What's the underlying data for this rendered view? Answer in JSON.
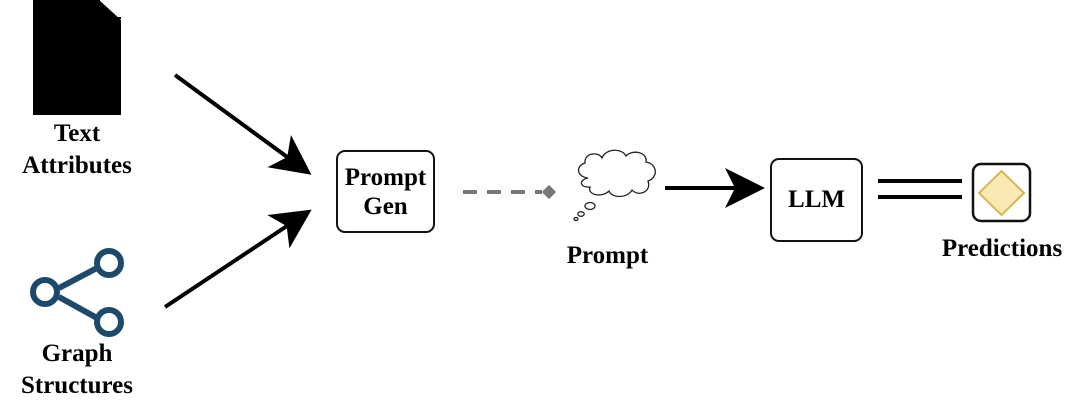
{
  "nodes": {
    "text_attributes": {
      "label_line1": "Text",
      "label_line2": "Attributes",
      "icon": "document-icon"
    },
    "graph_structures": {
      "label_line1": "Graph",
      "label_line2": "Structures",
      "icon": "share-graph-icon"
    },
    "prompt_gen": {
      "label_line1": "Prompt",
      "label_line2": "Gen"
    },
    "prompt": {
      "label": "Prompt",
      "icon": "thought-cloud-icon"
    },
    "llm": {
      "label": "LLM"
    },
    "predictions": {
      "label": "Predictions",
      "icon": "diamond-icon"
    }
  },
  "colors": {
    "graph_icon": "#1d4a6b",
    "diamond_fill": "#fbe9b3",
    "diamond_stroke": "#d6b656",
    "dashed_connector": "#777777",
    "arrows": "#000000"
  }
}
